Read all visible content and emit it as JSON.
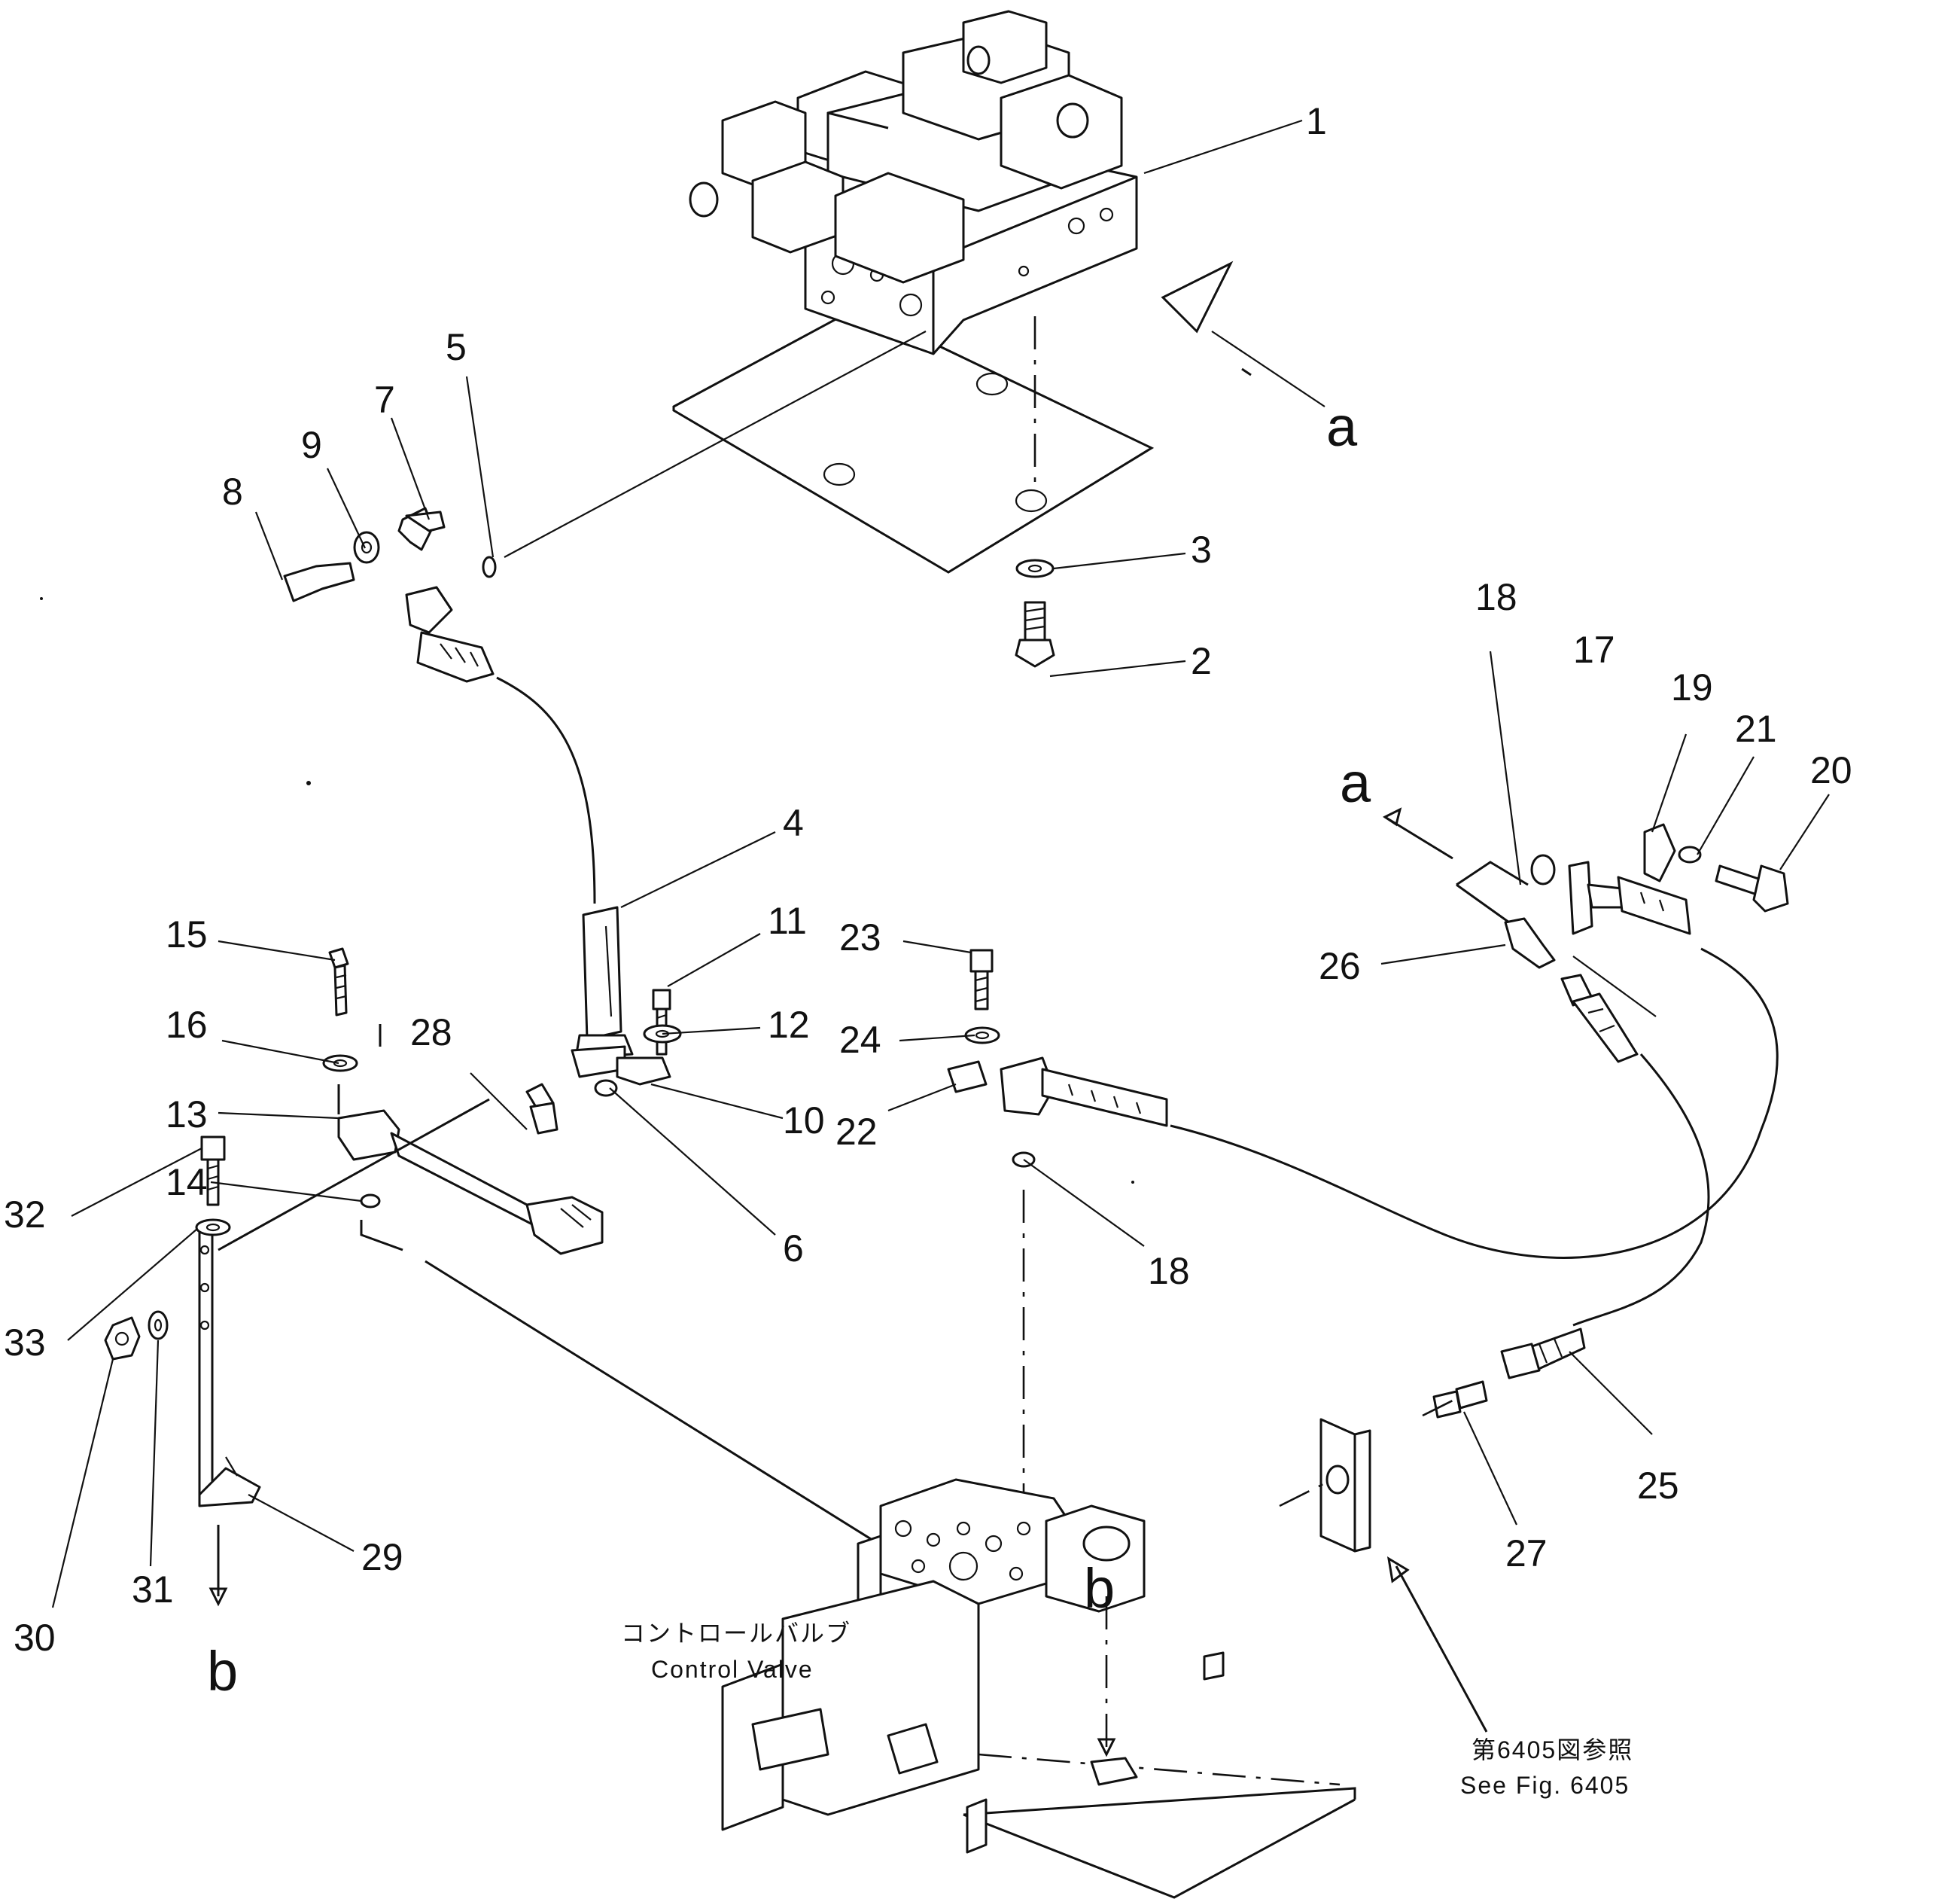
{
  "callouts": [
    {
      "id": "1",
      "text": "1"
    },
    {
      "id": "2",
      "text": "2"
    },
    {
      "id": "3",
      "text": "3"
    },
    {
      "id": "4",
      "text": "4"
    },
    {
      "id": "5",
      "text": "5"
    },
    {
      "id": "6",
      "text": "6"
    },
    {
      "id": "7",
      "text": "7"
    },
    {
      "id": "8",
      "text": "8"
    },
    {
      "id": "9",
      "text": "9"
    },
    {
      "id": "10",
      "text": "10"
    },
    {
      "id": "11",
      "text": "11"
    },
    {
      "id": "12",
      "text": "12"
    },
    {
      "id": "13",
      "text": "13"
    },
    {
      "id": "14",
      "text": "14"
    },
    {
      "id": "15",
      "text": "15"
    },
    {
      "id": "16",
      "text": "16"
    },
    {
      "id": "17",
      "text": "17"
    },
    {
      "id": "18a",
      "text": "18"
    },
    {
      "id": "18b",
      "text": "18"
    },
    {
      "id": "19",
      "text": "19"
    },
    {
      "id": "20",
      "text": "20"
    },
    {
      "id": "21",
      "text": "21"
    },
    {
      "id": "22",
      "text": "22"
    },
    {
      "id": "23",
      "text": "23"
    },
    {
      "id": "24",
      "text": "24"
    },
    {
      "id": "25",
      "text": "25"
    },
    {
      "id": "26",
      "text": "26"
    },
    {
      "id": "27",
      "text": "27"
    },
    {
      "id": "28",
      "text": "28"
    },
    {
      "id": "29",
      "text": "29"
    },
    {
      "id": "30",
      "text": "30"
    },
    {
      "id": "31",
      "text": "31"
    },
    {
      "id": "32",
      "text": "32"
    },
    {
      "id": "33",
      "text": "33"
    }
  ],
  "refs": {
    "a_top": "a",
    "a_right": "a",
    "b_left": "b",
    "b_center": "b"
  },
  "labels": {
    "control_valve_jp": "コントロールバルブ",
    "control_valve_en": "Control Valve",
    "see_fig_jp": "第6405図参照",
    "see_fig_en": "See Fig. 6405"
  }
}
